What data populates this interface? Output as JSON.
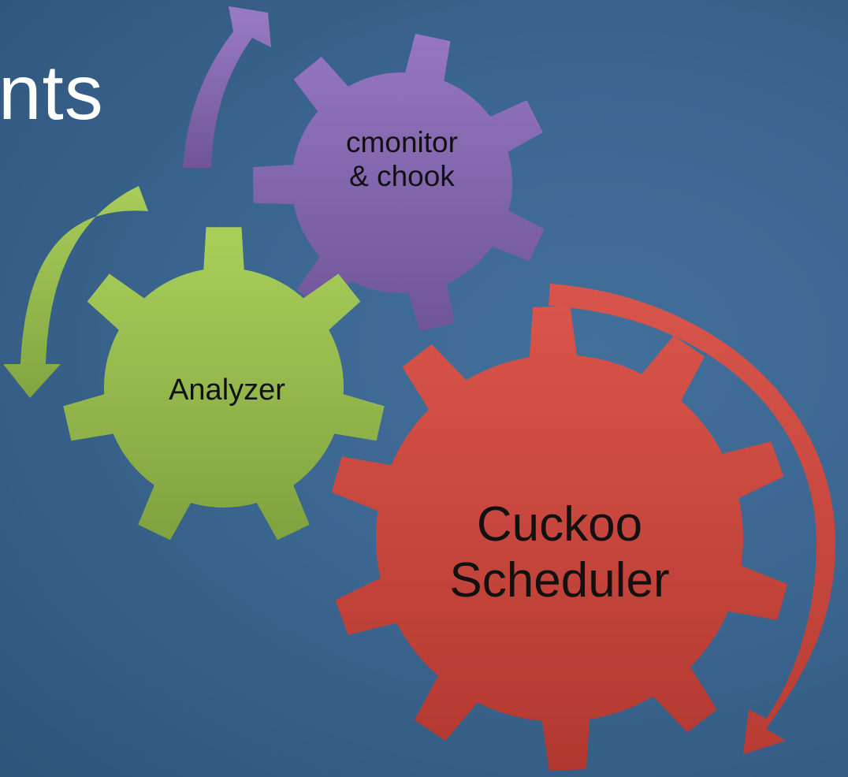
{
  "slide": {
    "title_fragment": "nts"
  },
  "gears": {
    "cmonitor": {
      "label": "cmonitor\n& chook",
      "color": "#8a6cb4"
    },
    "analyzer": {
      "label": "Analyzer",
      "color": "#9bc24f"
    },
    "scheduler": {
      "label": "Cuckoo\nScheduler",
      "color": "#cf4a40"
    }
  },
  "colors": {
    "background": "#3b6690",
    "purple": "#8a6cb4",
    "green": "#9bc24f",
    "red": "#cf4a40"
  }
}
